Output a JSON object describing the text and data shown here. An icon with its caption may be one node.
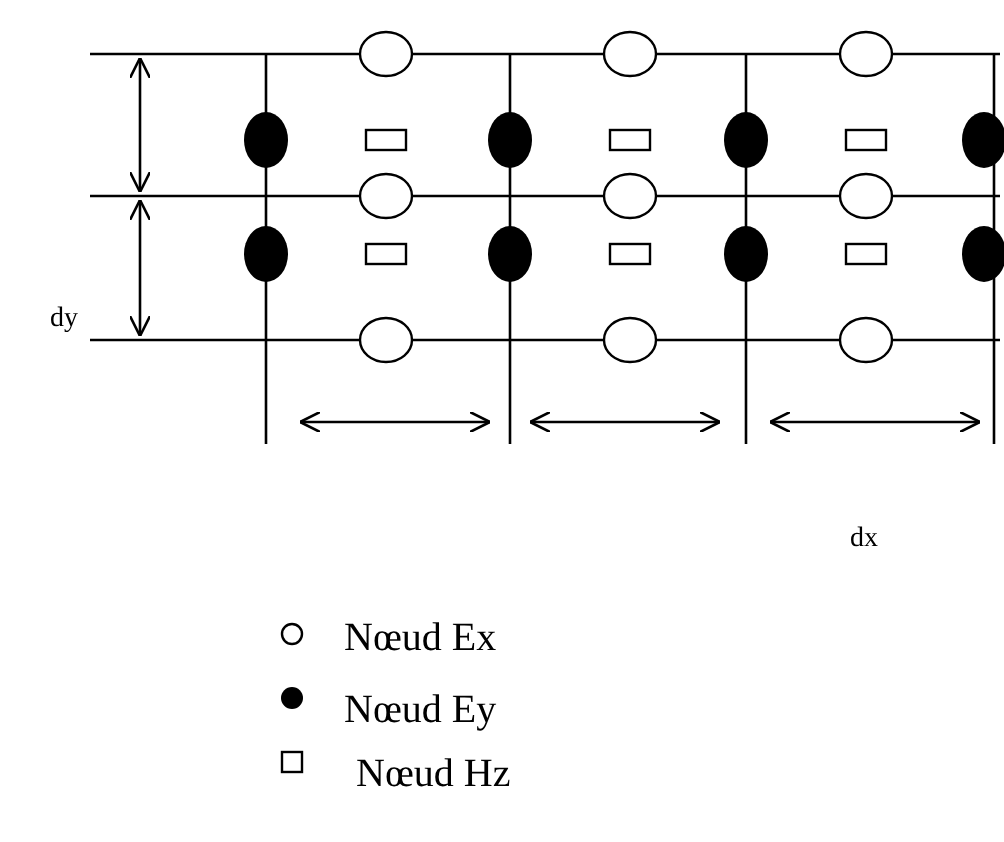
{
  "diagram": {
    "labels": [
      "dy",
      "dx"
    ],
    "legend": [
      {
        "text": "Nœud Ex"
      },
      {
        "text": "Nœud Ey"
      },
      {
        "text": "Nœud Hz"
      }
    ]
  }
}
